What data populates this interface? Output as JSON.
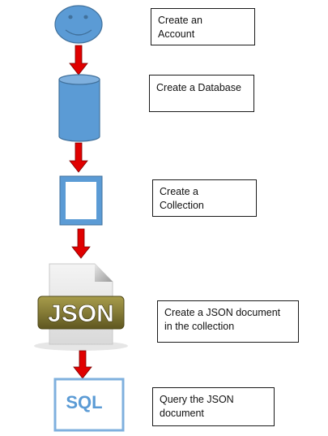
{
  "steps": [
    {
      "id": "account",
      "label": "Create an\nAccount",
      "icon": "smiley-face-icon"
    },
    {
      "id": "database",
      "label": "Create a Database",
      "icon": "database-cylinder-icon"
    },
    {
      "id": "collection",
      "label": "Create a\nCollection",
      "icon": "collection-square-icon"
    },
    {
      "id": "json",
      "label": "Create a JSON document\nin the collection",
      "icon": "json-file-icon"
    },
    {
      "id": "query",
      "label": "Query the JSON\ndocument",
      "icon": "sql-document-icon"
    }
  ],
  "icon_text": {
    "json": "JSON",
    "sql": "SQL"
  },
  "colors": {
    "shape_fill": "#5b9bd5",
    "shape_stroke": "#41719c",
    "arrow_red": "#e00000",
    "json_badge": "#857b36",
    "sql_text": "#5b9bd5"
  }
}
